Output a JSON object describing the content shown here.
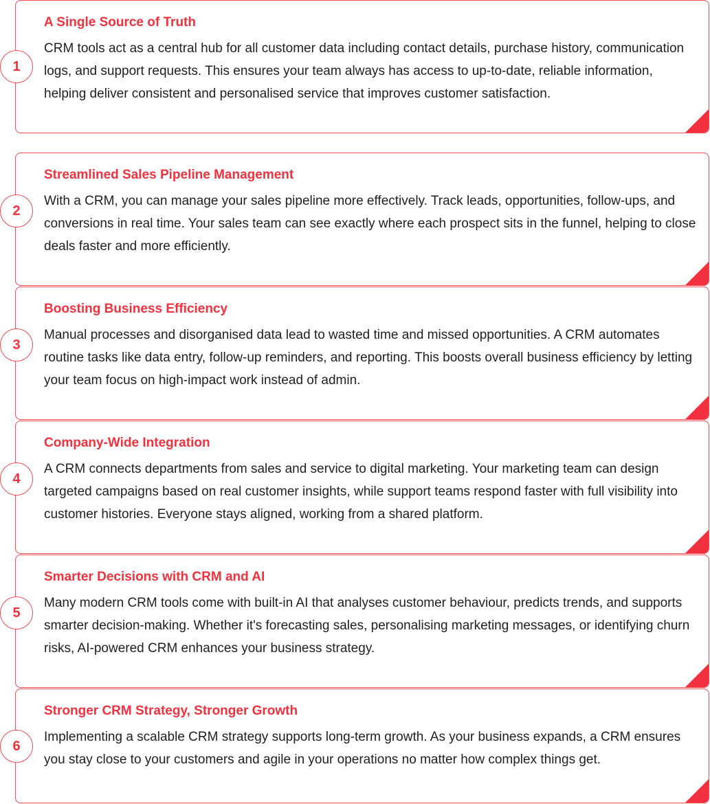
{
  "accent_color": "#f2313f",
  "items": [
    {
      "number": "1",
      "title": "A Single Source of Truth",
      "body": "CRM tools act as a central hub for all customer data  including contact details, purchase history, communication logs, and support requests. This ensures your team always has access to up-to-date, reliable information, helping deliver consistent and personalised service that improves customer satisfaction."
    },
    {
      "number": "2",
      "title": "Streamlined Sales Pipeline Management",
      "body": "With a CRM, you can manage your sales pipeline more effectively. Track leads, opportunities, follow-ups, and conversions in real time. Your sales team can see exactly where each prospect sits in the funnel, helping to close deals faster and more efficiently."
    },
    {
      "number": "3",
      "title": "Boosting Business Efficiency",
      "body": "Manual processes and disorganised data lead to wasted time and missed opportunities. A CRM automates routine tasks like data entry, follow-up reminders, and reporting. This boosts overall business efficiency by letting your team focus on high-impact work instead of admin."
    },
    {
      "number": "4",
      "title": "Company-Wide Integration",
      "body": "A CRM connects departments  from sales and service to digital marketing. Your marketing team can design targeted campaigns based on real customer insights, while support teams respond faster with full visibility into customer histories. Everyone stays aligned, working from a shared platform."
    },
    {
      "number": "5",
      "title": "Smarter Decisions with CRM and AI",
      "body": "Many modern CRM tools come with built-in AI that analyses customer behaviour, predicts trends, and supports smarter decision-making. Whether it's forecasting sales, personalising marketing messages, or identifying churn risks, AI-powered CRM enhances your business strategy."
    },
    {
      "number": "6",
      "title": "Stronger CRM Strategy, Stronger Growth",
      "body": "Implementing a scalable CRM strategy supports long-term growth. As your business expands, a CRM ensures you stay close to your customers and agile in your operations  no matter how complex things get."
    }
  ]
}
